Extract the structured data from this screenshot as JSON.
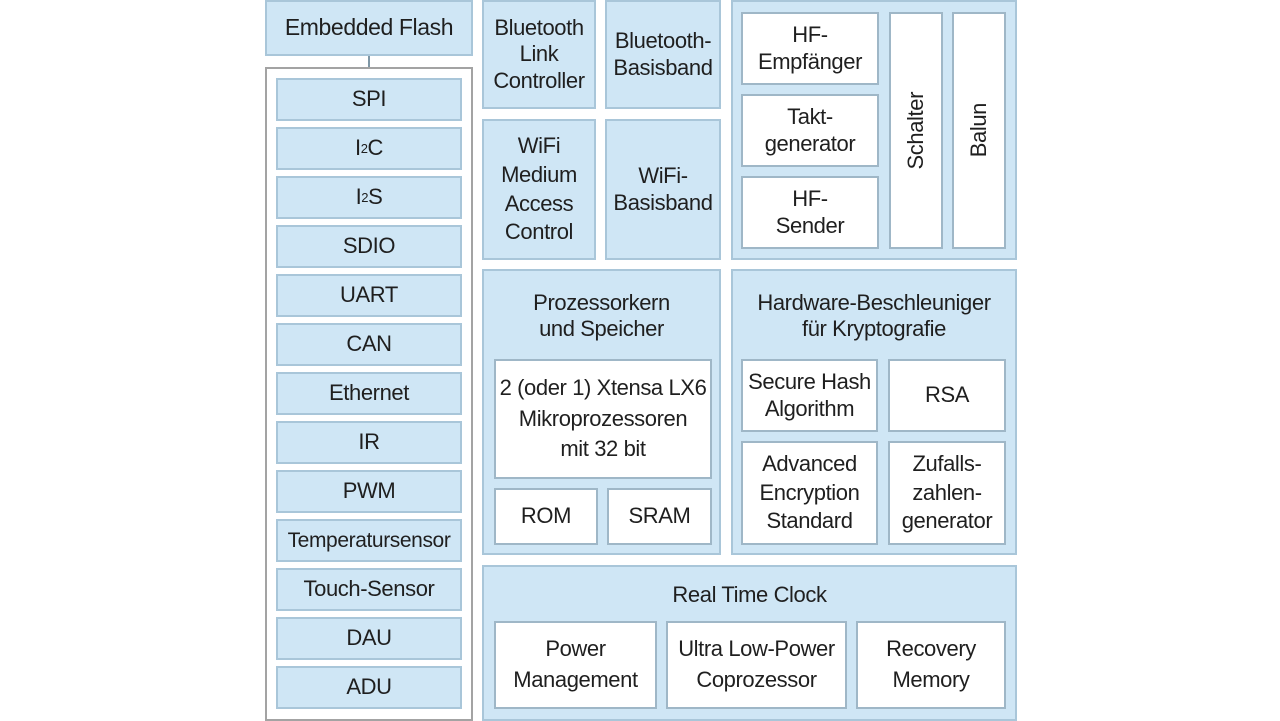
{
  "flash": "Embedded Flash",
  "peripherals": {
    "items": [
      "SPI",
      "I2C",
      "I2S",
      "SDIO",
      "UART",
      "CAN",
      "Ethernet",
      "IR",
      "PWM",
      "Temperatursensor",
      "Touch-Sensor",
      "DAU",
      "ADU"
    ]
  },
  "bt_link": "Bluetooth\nLink\nController",
  "bt_base": "Bluetooth-\nBasisband",
  "wifi_mac": "WiFi\nMedium\nAccess\nControl",
  "wifi_base": "WiFi-\nBasisband",
  "rf": {
    "hf_receiver": "HF-\nEmpfänger",
    "clock_gen": "Takt-\ngenerator",
    "hf_sender": "HF-\nSender",
    "switch": "Schalter",
    "balun": "Balun"
  },
  "core": {
    "title": "Prozessorkern\nund Speicher",
    "cpu": "2 (oder 1) Xtensa LX6\nMikroprozessoren\nmit 32 bit",
    "rom": "ROM",
    "sram": "SRAM"
  },
  "crypto": {
    "title": "Hardware-Beschleuniger\nfür Kryptografie",
    "sha": "Secure Hash\nAlgorithm",
    "rsa": "RSA",
    "aes": "Advanced\nEncryption\nStandard",
    "rng": "Zufalls-\nzahlen-\ngenerator"
  },
  "rtc": {
    "title": "Real Time Clock",
    "pm": "Power\nManagement",
    "ulp": "Ultra Low-Power\nCoprozessor",
    "rec": "Recovery\nMemory"
  }
}
